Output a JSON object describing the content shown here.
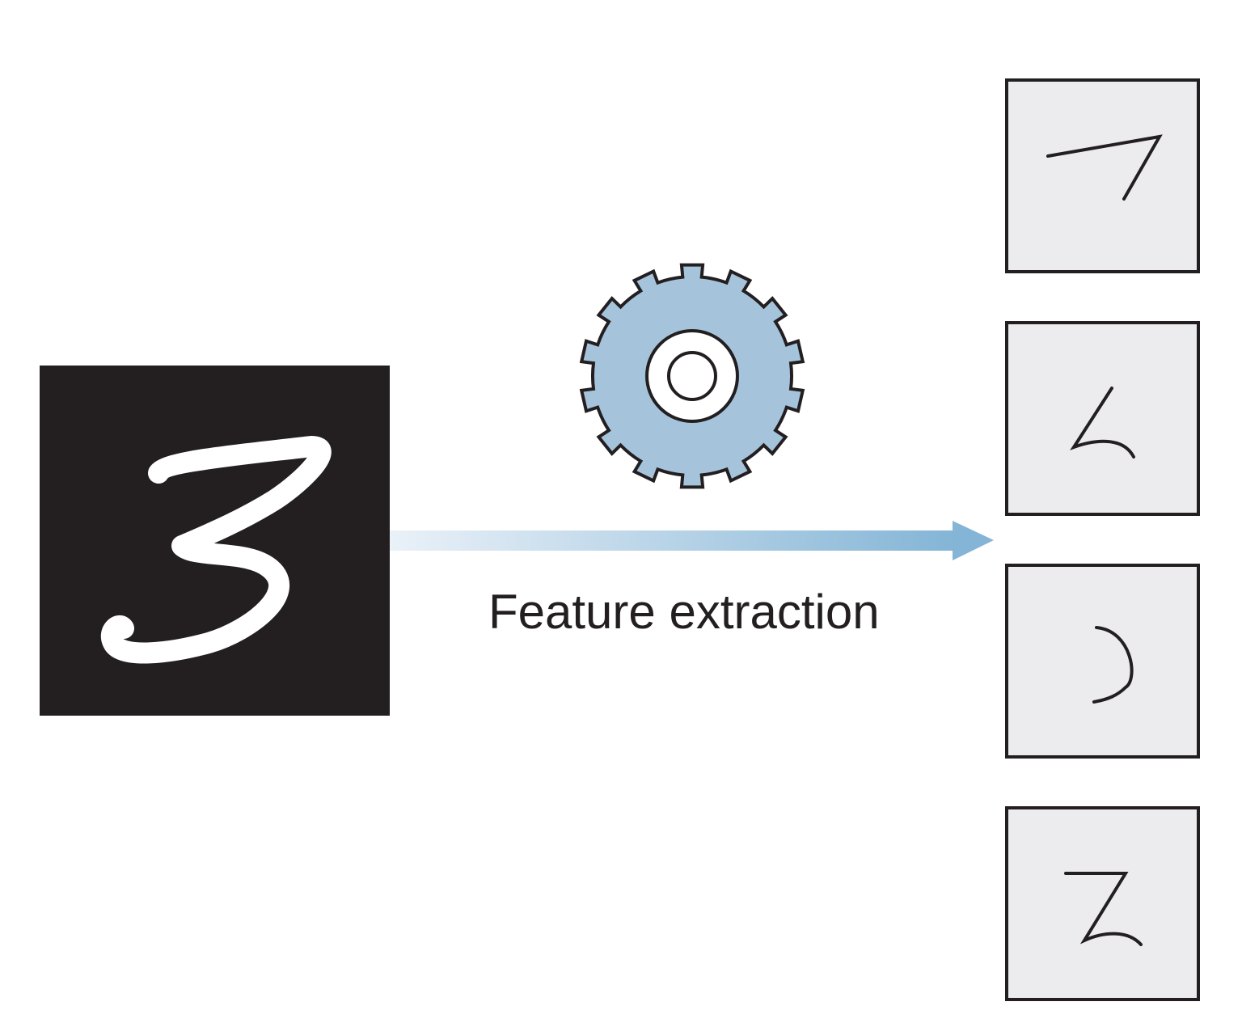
{
  "diagram": {
    "input_image": {
      "digit": "3",
      "background": "#231f20",
      "stroke": "#ffffff"
    },
    "process": {
      "icon": "gear-icon",
      "fill": "#a5c4dc",
      "outline": "#231f20"
    },
    "arrow": {
      "color_start": "#eaf1f8",
      "color_end": "#84b5d6"
    },
    "label": "Feature extraction",
    "features": [
      {
        "name": "feature-1"
      },
      {
        "name": "feature-2"
      },
      {
        "name": "feature-3"
      },
      {
        "name": "feature-4"
      }
    ],
    "feature_tile_fill": "#ececee",
    "feature_tile_border": "#231f20"
  }
}
